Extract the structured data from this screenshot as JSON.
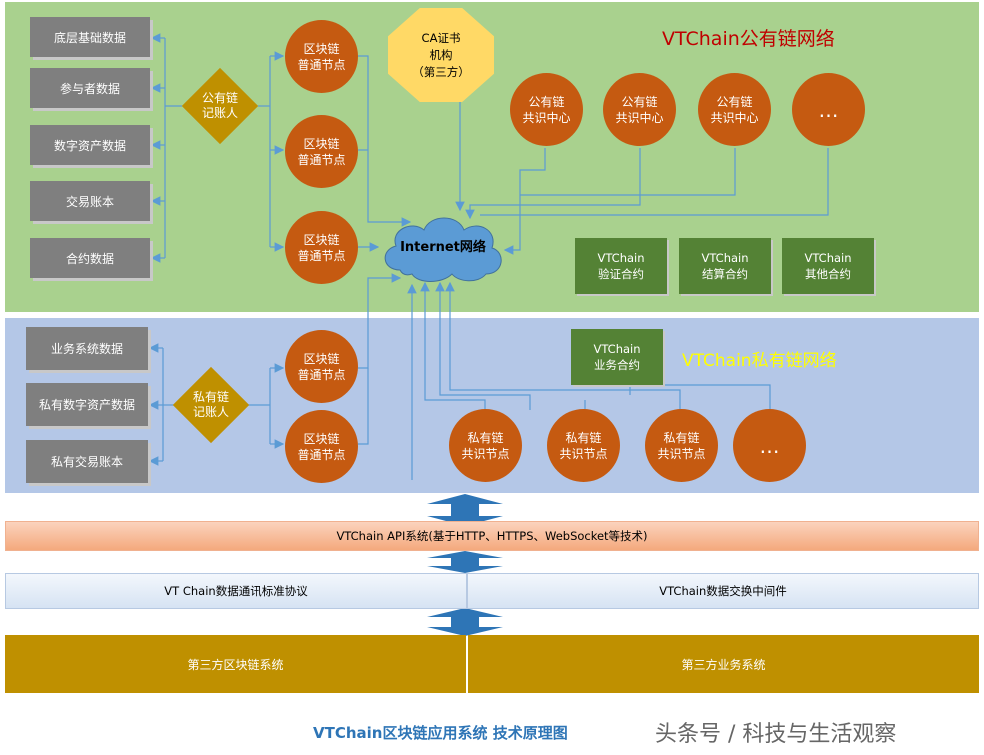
{
  "public_zone": {
    "title": "VTChain公有链网络",
    "data_boxes": [
      "底层基础数据",
      "参与者数据",
      "数字资产数据",
      "交易账本",
      "合约数据"
    ],
    "ledger": "公有链\n记账人",
    "nodes": [
      "区块链\n普通节点",
      "区块链\n普通节点",
      "区块链\n普通节点"
    ],
    "ca": "CA证书\n机构\n（第三方）",
    "consensus": [
      "公有链\n共识中心",
      "公有链\n共识中心",
      "公有链\n共识中心",
      "…"
    ],
    "internet": "Internet网络",
    "contracts": [
      "VTChain\n验证合约",
      "VTChain\n结算合约",
      "VTChain\n其他合约"
    ]
  },
  "private_zone": {
    "title": "VTChain私有链网络",
    "data_boxes": [
      "业务系统数据",
      "私有数字资产数据",
      "私有交易账本"
    ],
    "ledger": "私有链\n记账人",
    "nodes": [
      "区块链\n普通节点",
      "区块链\n普通节点"
    ],
    "contract": "VTChain\n业务合约",
    "private_nodes": [
      "私有链\n共识节点",
      "私有链\n共识节点",
      "私有链\n共识节点",
      "…"
    ]
  },
  "api_bar": "VTChain  API系统(基于HTTP、HTTPS、WebSocket等技术)",
  "protocol_row": [
    "VT Chain数据通讯标准协议",
    "VTChain数据交换中间件"
  ],
  "third_party_row": [
    "第三方区块链系统",
    "第三方业务系统"
  ],
  "caption": "VTChain区块链应用系统 技术原理图",
  "watermark": "头条号 / 科技与生活观察",
  "colors": {
    "public_bg": "#a9d18e",
    "private_bg": "#b4c7e7",
    "node": "#c55a11",
    "ledger": "#bf9000",
    "contract": "#548235",
    "line": "#5b9bd5"
  }
}
